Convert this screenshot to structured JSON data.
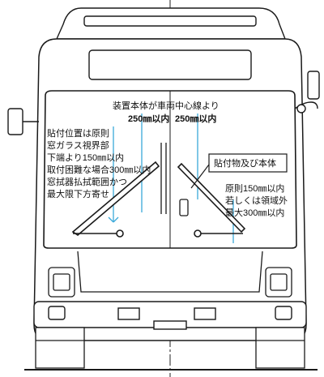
{
  "annotations": {
    "top_line1": "装置本体が車両中心線より",
    "top_left_dim": "250㎜以内",
    "top_right_dim": "250㎜以内",
    "left_lines": [
      "貼付位置は原則",
      "窓ガラス視界部",
      "下端より150㎜以内",
      "取付困難な場合300㎜以内",
      "窓拭器払拭範囲かつ",
      "最大限下方寄せ"
    ],
    "box_label": "貼付物及び本体",
    "right_lines": [
      "原則150㎜以内",
      "若しくは領域外",
      "最大300㎜以内"
    ]
  },
  "colors": {
    "line": "#1a1a1a",
    "guide": "#3aa9d9"
  }
}
